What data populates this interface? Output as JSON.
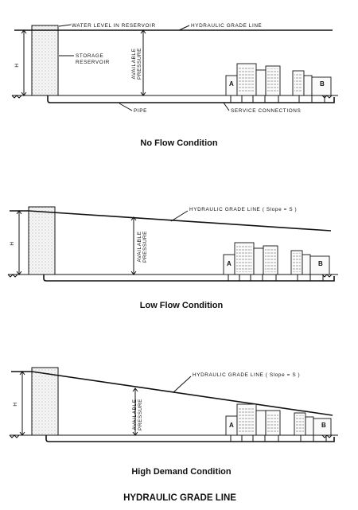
{
  "labels": {
    "water_level": "WATER LEVEL IN RESERVOIR",
    "hgl_top": "HYDRAULIC GRADE LINE",
    "hgl_slope": "HYDRAULIC GRADE LINE  ( Slope = S )",
    "storage_1": "STORAGE",
    "storage_2": "RESERVOIR",
    "available": "AVAILABLE",
    "pressure": "PRESSURE",
    "h": "H",
    "pipe": "PIPE",
    "service": "SERVICE CONNECTIONS",
    "bldg_a": "A",
    "bldg_b": "B"
  },
  "panels": [
    {
      "caption": "No Flow Condition"
    },
    {
      "caption": "Low Flow Condition"
    },
    {
      "caption": "High Demand Condition"
    }
  ],
  "figure_title": "HYDRAULIC GRADE LINE"
}
